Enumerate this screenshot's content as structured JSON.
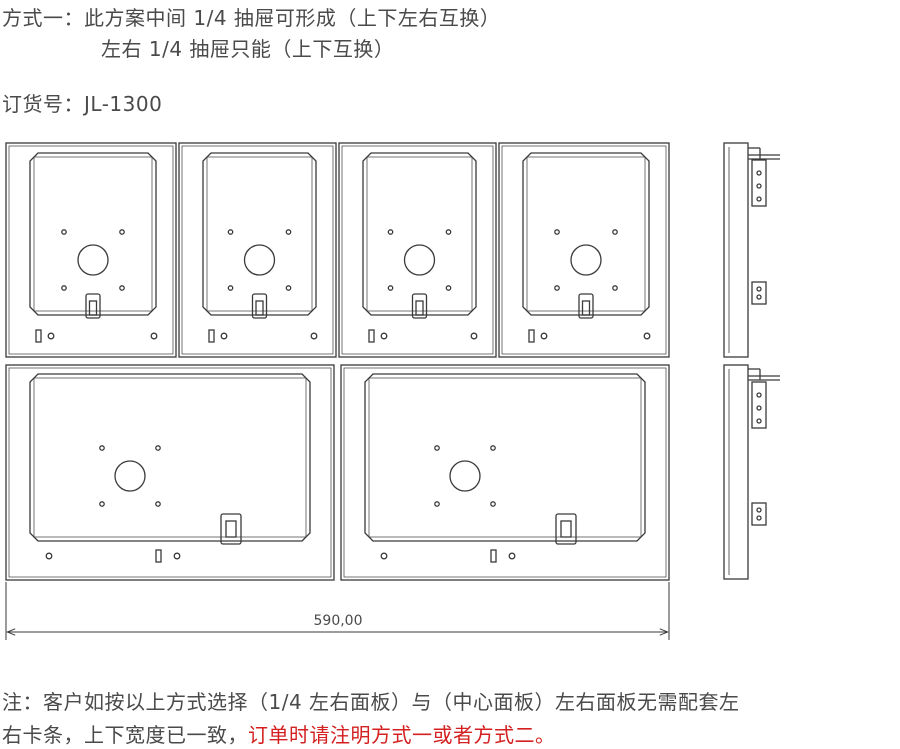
{
  "header": {
    "line1": "方式一：此方案中间 1/4 抽屉可形成（上下左右互换）",
    "line2": "左右 1/4 抽屉只能（上下互换）",
    "order_label": "订货号：",
    "order_code": "JL-1300"
  },
  "dimension": {
    "width_label": "590,00"
  },
  "note": {
    "line1": "注：客户如按以上方式选择（1/4 左右面板）与（中心面板）左右面板无需配套左",
    "line2_plain": "右卡条，上下宽度已一致，",
    "line2_red": "订单时请注明方式一或者方式二。"
  },
  "colors": {
    "line": "#3a3a3a",
    "text": "#4a4a4a",
    "highlight": "#d42020"
  }
}
